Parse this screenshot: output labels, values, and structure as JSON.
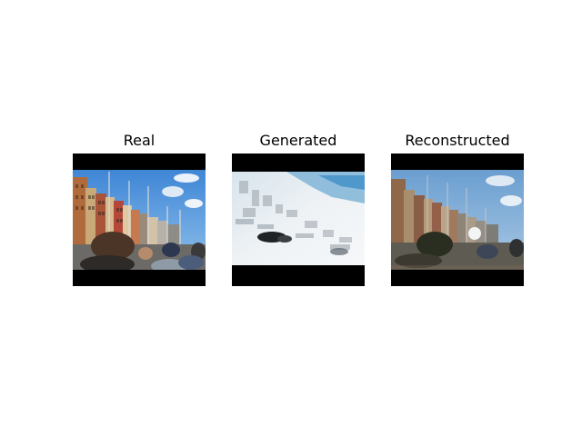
{
  "panels": [
    {
      "title": "Real"
    },
    {
      "title": "Generated"
    },
    {
      "title": "Reconstructed"
    }
  ]
}
